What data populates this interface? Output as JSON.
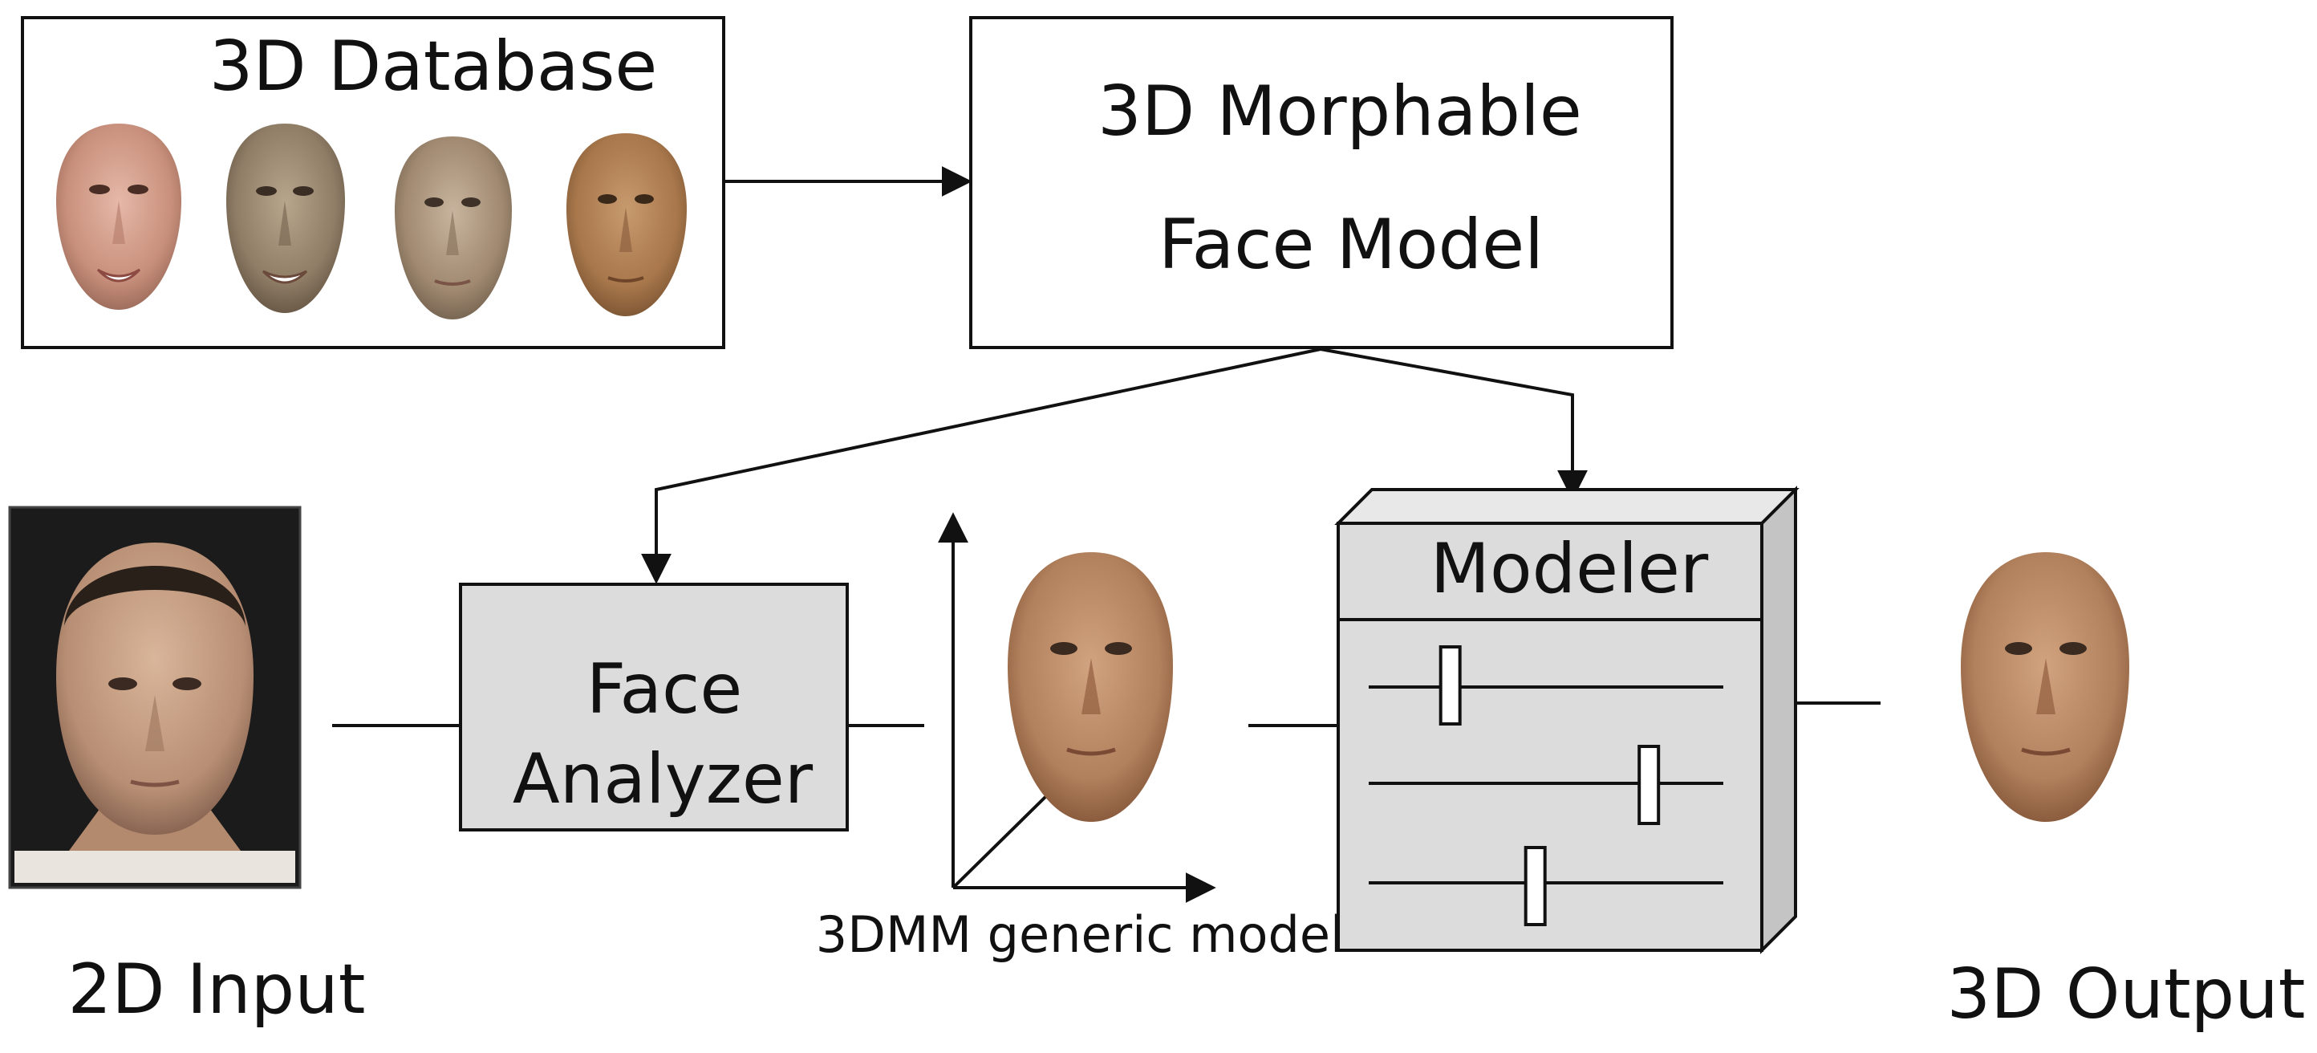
{
  "labels": {
    "database_title": "3D Database",
    "morphable_line1": "3D Morphable",
    "morphable_line2": "Face Model",
    "analyzer_line1": "Face",
    "analyzer_line2": "Analyzer",
    "modeler_title": "Modeler",
    "generic_model": "3DMM generic model",
    "input": "2D Input",
    "output": "3D Output"
  },
  "colors": {
    "box_fill_gray": "#dcdcdc",
    "box_side_gray": "#c4c4c4",
    "line": "#111111",
    "photo_background": "#1b1b1b"
  },
  "sliders": {
    "positions": [
      0.23,
      0.79,
      0.47
    ]
  }
}
